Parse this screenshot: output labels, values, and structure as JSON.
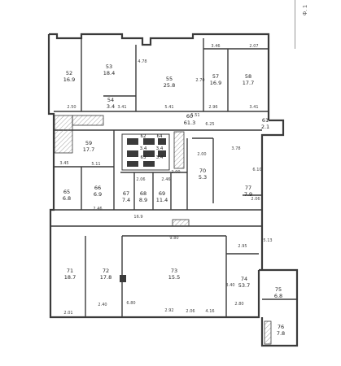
{
  "page": {
    "margin_note": "Ф. 1",
    "line_color": "#3a3a3a",
    "hatch_color": "#8a8a8a"
  },
  "rooms": [
    {
      "id": "r1",
      "num": "52",
      "area": "16.9"
    },
    {
      "id": "r2",
      "num": "53",
      "area": "18.4"
    },
    {
      "id": "r3",
      "num": "54",
      "area": "3.4"
    },
    {
      "id": "r4",
      "num": "55",
      "area": "25.8"
    },
    {
      "id": "r5",
      "num": "57",
      "area": "16.9"
    },
    {
      "id": "r6",
      "num": "58",
      "area": "17.7"
    },
    {
      "id": "r7",
      "num": "59",
      "area": "17.7"
    },
    {
      "id": "r8",
      "num": "60",
      "area": "61.3"
    },
    {
      "id": "r9",
      "num": "61",
      "area": "2.1"
    },
    {
      "id": "r10",
      "num": "62",
      "area": "3.4"
    },
    {
      "id": "r11",
      "num": "63",
      "area": "3.4"
    },
    {
      "id": "r12",
      "num": "64",
      "area": "3.4"
    },
    {
      "id": "r13",
      "num": "65",
      "area": "6.8"
    },
    {
      "id": "r14",
      "num": "66",
      "area": "6.9"
    },
    {
      "id": "r15",
      "num": "67",
      "area": "7.4"
    },
    {
      "id": "r16",
      "num": "68",
      "area": "8.9"
    },
    {
      "id": "r17",
      "num": "69",
      "area": "11.4"
    },
    {
      "id": "r18",
      "num": "70",
      "area": "5.3"
    },
    {
      "id": "r19",
      "num": "71",
      "area": "18.7"
    },
    {
      "id": "r20",
      "num": "72",
      "area": "17.8"
    },
    {
      "id": "r21",
      "num": "73",
      "area": "15.5"
    },
    {
      "id": "r22",
      "num": "74",
      "area": "53.7"
    },
    {
      "id": "r23",
      "num": "75",
      "area": "6.8"
    },
    {
      "id": "r24",
      "num": "76",
      "area": "7.8"
    },
    {
      "id": "r25",
      "num": "77",
      "area": "7.9"
    }
  ],
  "dimensions": [
    "2.50",
    "3.41",
    "5.41",
    "2.96",
    "3.41",
    "5.51",
    "3.78",
    "6.25",
    "9.80",
    "16.9",
    "5.11",
    "2.01",
    "2.40",
    "4.78",
    "3.46",
    "2.07",
    "2.70",
    "2.46",
    "3.45",
    "2.92",
    "6.10",
    "2.00",
    "2.00",
    "2.80",
    "2.46",
    "2.06",
    "5.13",
    "2.06",
    "2.95",
    "3.40",
    "6.80",
    "2.06",
    "4.16"
  ]
}
